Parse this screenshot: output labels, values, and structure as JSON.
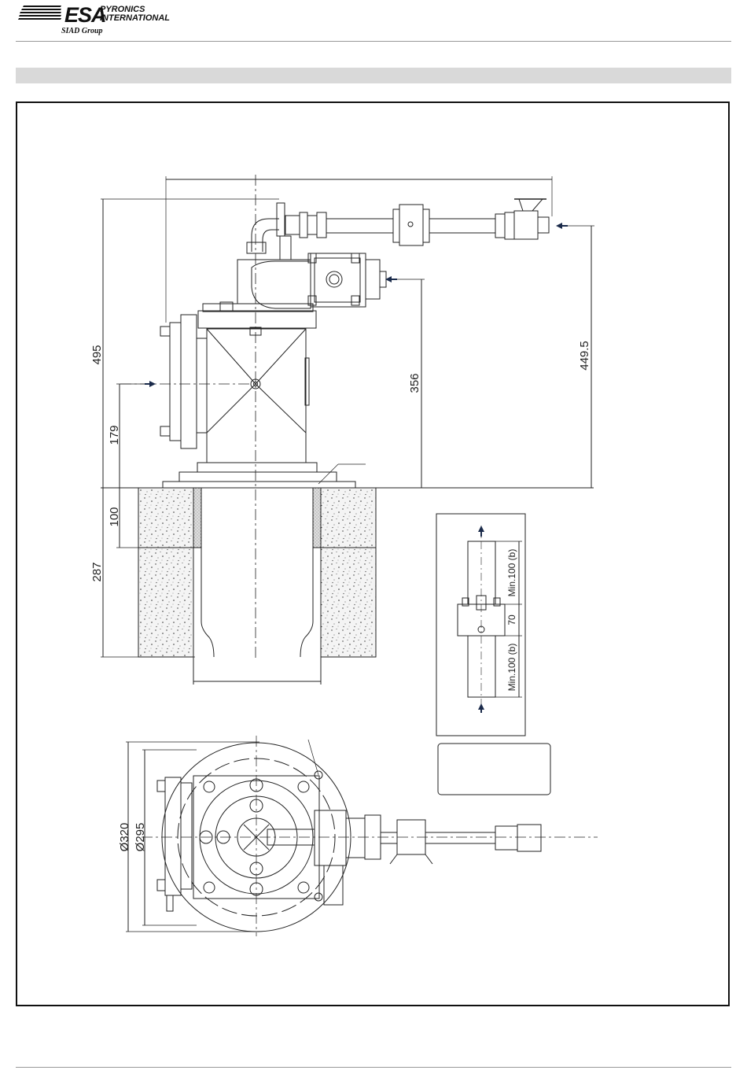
{
  "header": {
    "logo_text": "ESA",
    "brand_line1": "PYRONICS",
    "brand_line2": "INTERNATIONAL",
    "group": "SIAD Group"
  },
  "drawing": {
    "dimensions": {
      "height_total": "495",
      "inlet_height": "179",
      "gas_height": "356",
      "pilot_height": "449.5",
      "refractory_top": "100",
      "refractory_total": "287",
      "dia_outer": "Ø320",
      "dia_bolt": "Ø295"
    },
    "detail": {
      "min_top": "Min.100 (b)",
      "mid": "70",
      "min_bottom": "Min.100 (b)"
    }
  },
  "colors": {
    "line": "#222222",
    "arrow": "#1a2a4a",
    "bar": "#d9d9d9"
  }
}
